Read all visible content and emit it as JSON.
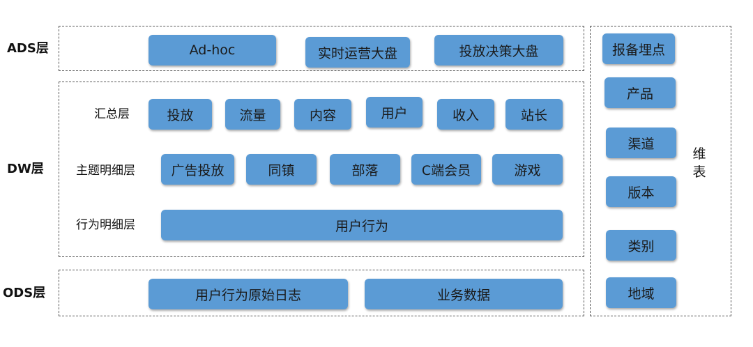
{
  "layers": {
    "ads": {
      "label": "ADS层",
      "items": [
        "Ad-hoc",
        "实时运营大盘",
        "投放决策大盘"
      ]
    },
    "dw": {
      "label": "DW层",
      "summary": {
        "label": "汇总层",
        "items": [
          "投放",
          "流量",
          "内容",
          "用户",
          "收入",
          "站长"
        ]
      },
      "topic": {
        "label": "主题明细层",
        "items": [
          "广告投放",
          "同镇",
          "部落",
          "C端会员",
          "游戏"
        ]
      },
      "behavior": {
        "label": "行为明细层",
        "items": [
          "用户行为"
        ]
      }
    },
    "ods": {
      "label": "ODS层",
      "items": [
        "用户行为原始日志",
        "业务数据"
      ]
    }
  },
  "dimension": {
    "title_line1": "维",
    "title_line2": "表",
    "items": [
      "报备埋点",
      "产品",
      "渠道",
      "版本",
      "类别",
      "地域"
    ]
  },
  "colors": {
    "box": "#5b9bd5",
    "border": "#555555"
  }
}
